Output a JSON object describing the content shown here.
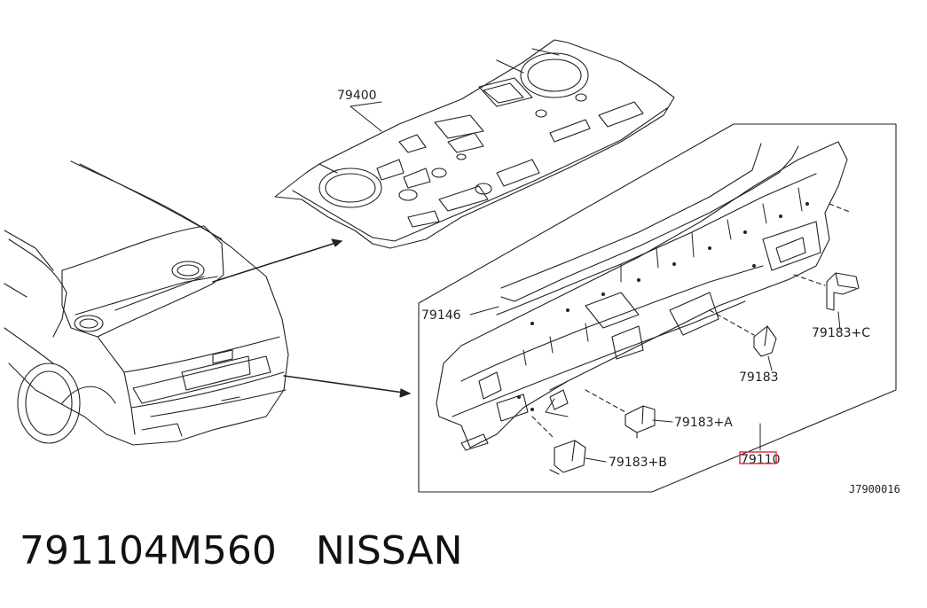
{
  "labels": {
    "part_79400": "79400",
    "part_79146": "79146",
    "part_79183c": "79183+C",
    "part_79183": "79183",
    "part_79183a": "79183+A",
    "part_79183b": "79183+B",
    "part_79110": "79110",
    "diagram_code": "J7900016"
  },
  "caption": {
    "part_number": "791104M560",
    "brand": "NISSAN"
  },
  "colors": {
    "line": "#222222",
    "highlight": "#e0262e"
  }
}
